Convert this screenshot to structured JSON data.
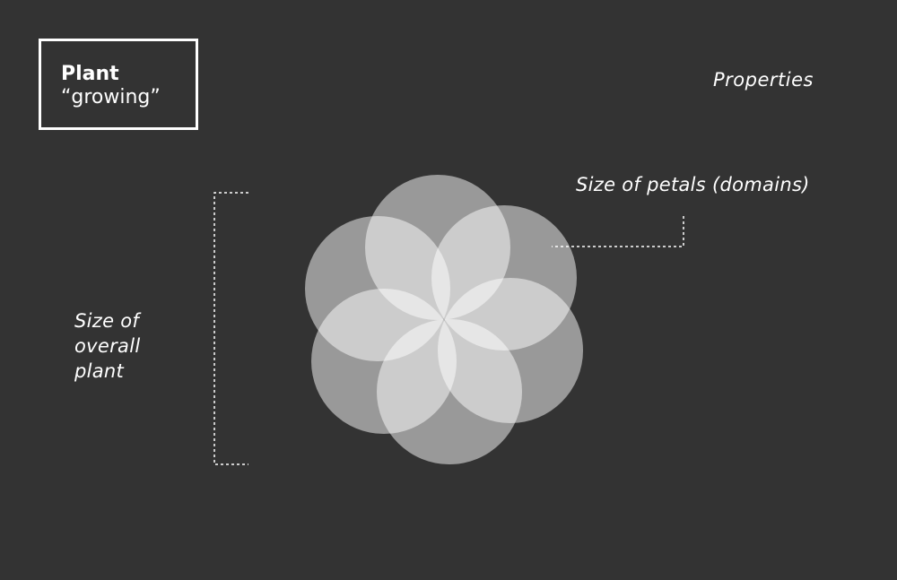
{
  "plant_box": {
    "name": "Plant",
    "state": "“growing”"
  },
  "properties": {
    "heading": "Properties",
    "petal_size_label": "Size of petals (domains)",
    "plant_size_label_lines": [
      "Size of",
      "overall",
      "plant"
    ]
  },
  "colors": {
    "background": "#333333",
    "foreground": "#ffffff",
    "petal": "#ffffff"
  },
  "diagram": {
    "petal_count": 6,
    "petal_opacity": 0.5
  }
}
